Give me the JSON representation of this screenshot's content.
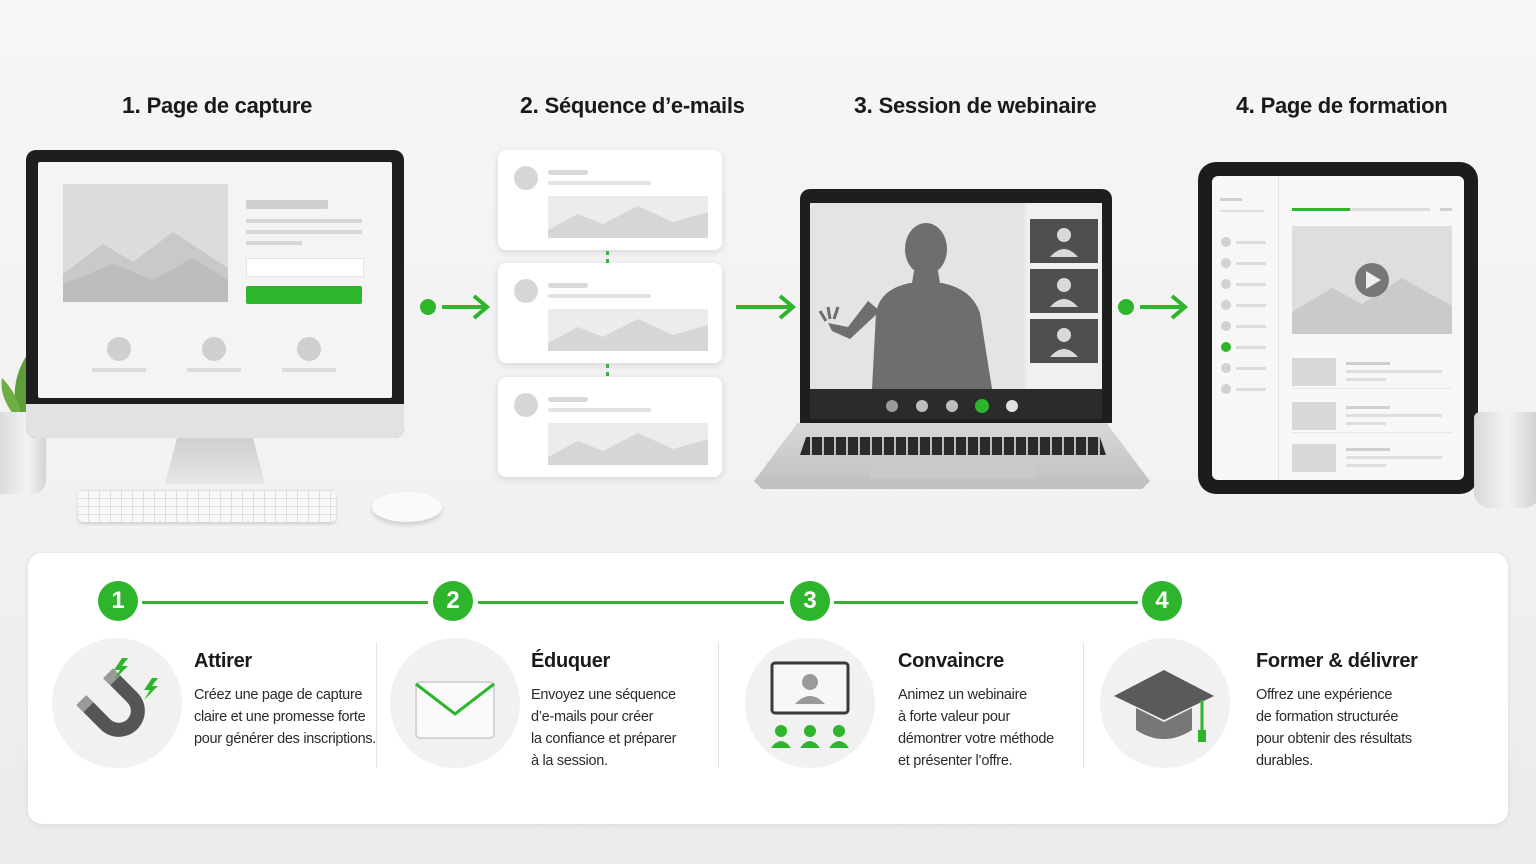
{
  "steps": [
    {
      "num": "1.",
      "title": "Page de capture"
    },
    {
      "num": "2.",
      "title": "Séquence d’e-mails"
    },
    {
      "num": "3.",
      "title": "Session de webinaire"
    },
    {
      "num": "4.",
      "title": "Page de formation"
    }
  ],
  "colors": {
    "accent": "#2db52b",
    "dark": "#1e1e1e",
    "light_gray": "#f1f1f1"
  },
  "features": [
    {
      "badge": "1",
      "title": "Attirer",
      "icon": "magnet-icon",
      "desc": "Créez une page de capture\nclaire et une promesse forte\npour générer des inscriptions."
    },
    {
      "badge": "2",
      "title": "Éduquer",
      "icon": "envelope-icon",
      "desc": "Envoyez une séquence\nd’e-mails pour créer\nla confiance et préparer\nà la session."
    },
    {
      "badge": "3",
      "title": "Convaincre",
      "icon": "presentation-screen-icon",
      "desc": "Animez un webinaire\nà forte valeur pour\ndémontrer votre méthode\net présenter l’offre."
    },
    {
      "badge": "4",
      "title": "Former & délivrer",
      "icon": "graduation-cap-icon",
      "desc": "Offrez une expérience\nde formation structurée\npour obtenir des résultats\ndurables."
    }
  ]
}
